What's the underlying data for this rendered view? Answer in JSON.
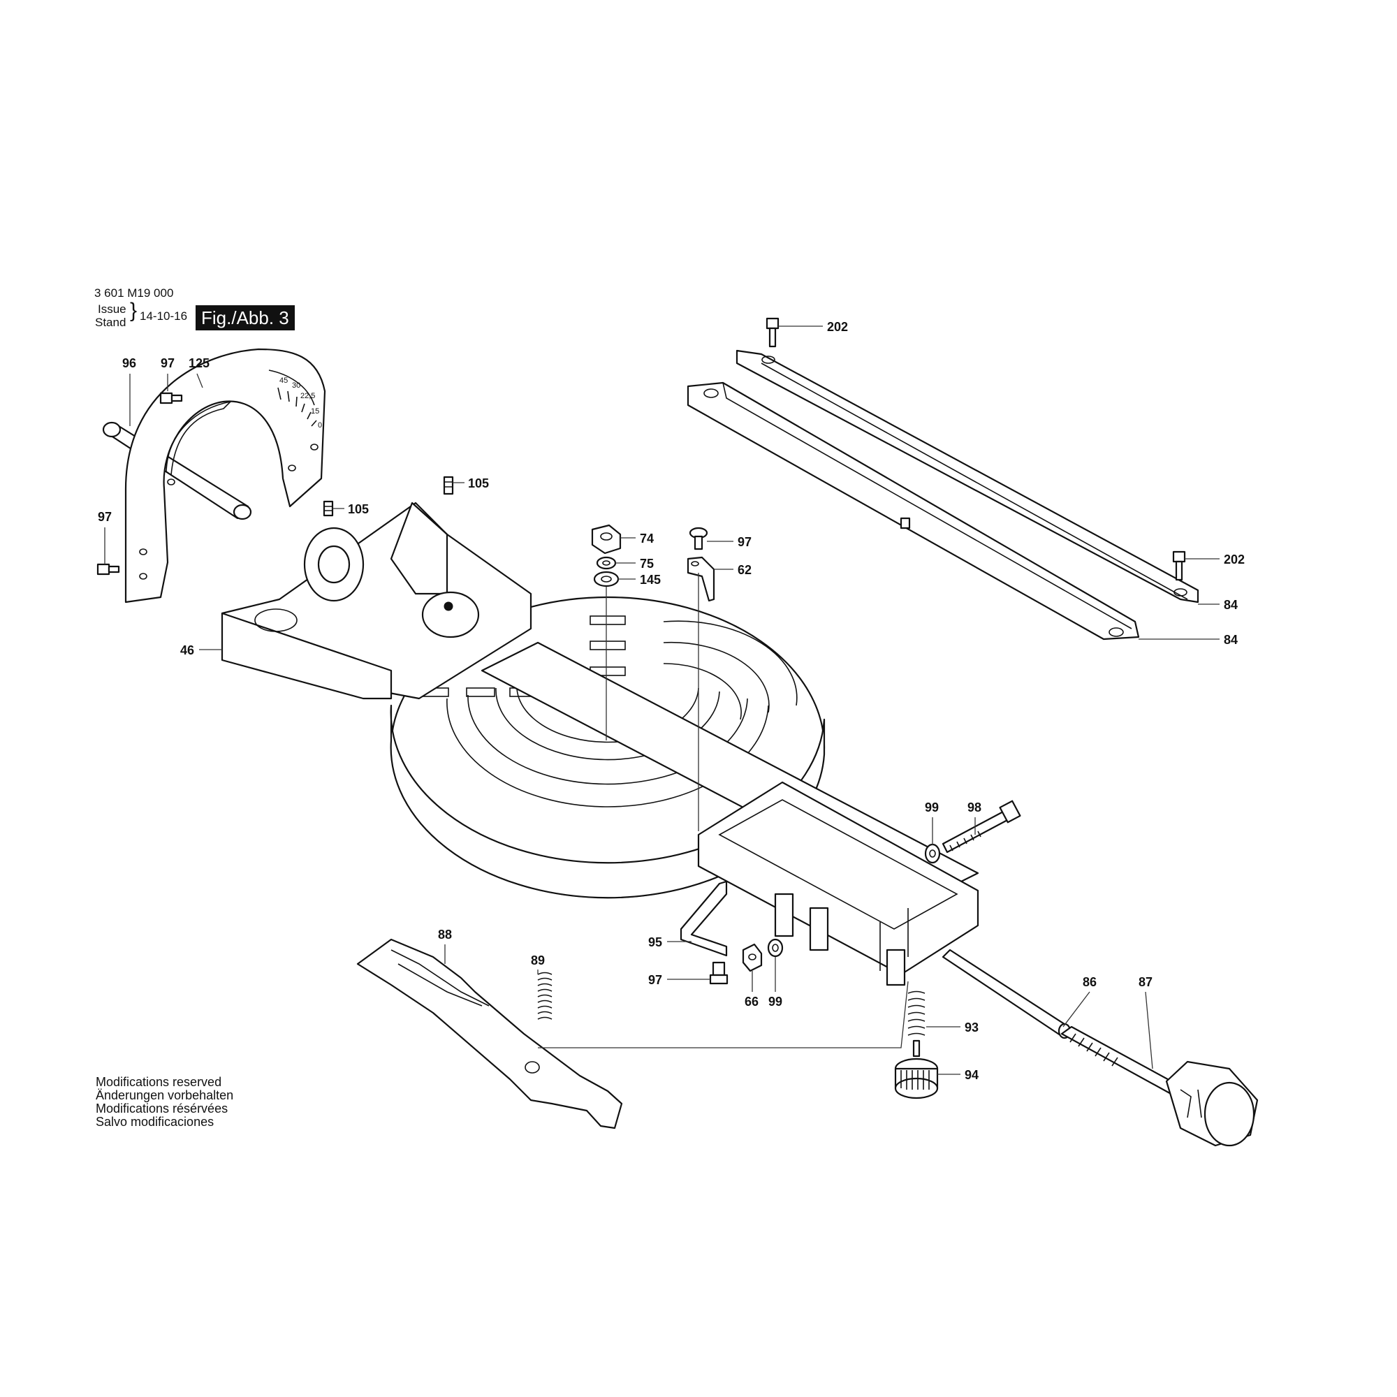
{
  "header": {
    "part_number": "3 601 M19 000",
    "issue_label": "Issue",
    "stand_label": "Stand",
    "date": "14-10-16",
    "figure_label": "Fig./Abb. 3"
  },
  "notes": [
    "Modifications reserved",
    "Änderungen vorbehalten",
    "Modifications résérvées",
    "Salvo modificaciones"
  ],
  "protractor_scale": [
    "45",
    "30",
    "22,5",
    "15",
    "0"
  ],
  "callouts": {
    "c202a": "202",
    "c202b": "202",
    "c84a": "84",
    "c84b": "84",
    "c96": "96",
    "c97a": "97",
    "c125": "125",
    "c97b": "97",
    "c105a": "105",
    "c105b": "105",
    "c74": "74",
    "c75": "75",
    "c145": "145",
    "c97c": "97",
    "c62": "62",
    "c46": "46",
    "c99a": "99",
    "c98": "98",
    "c88": "88",
    "c89": "89",
    "c95": "95",
    "c97d": "97",
    "c66": "66",
    "c99b": "99",
    "c86": "86",
    "c87": "87",
    "c93": "93",
    "c94": "94"
  }
}
